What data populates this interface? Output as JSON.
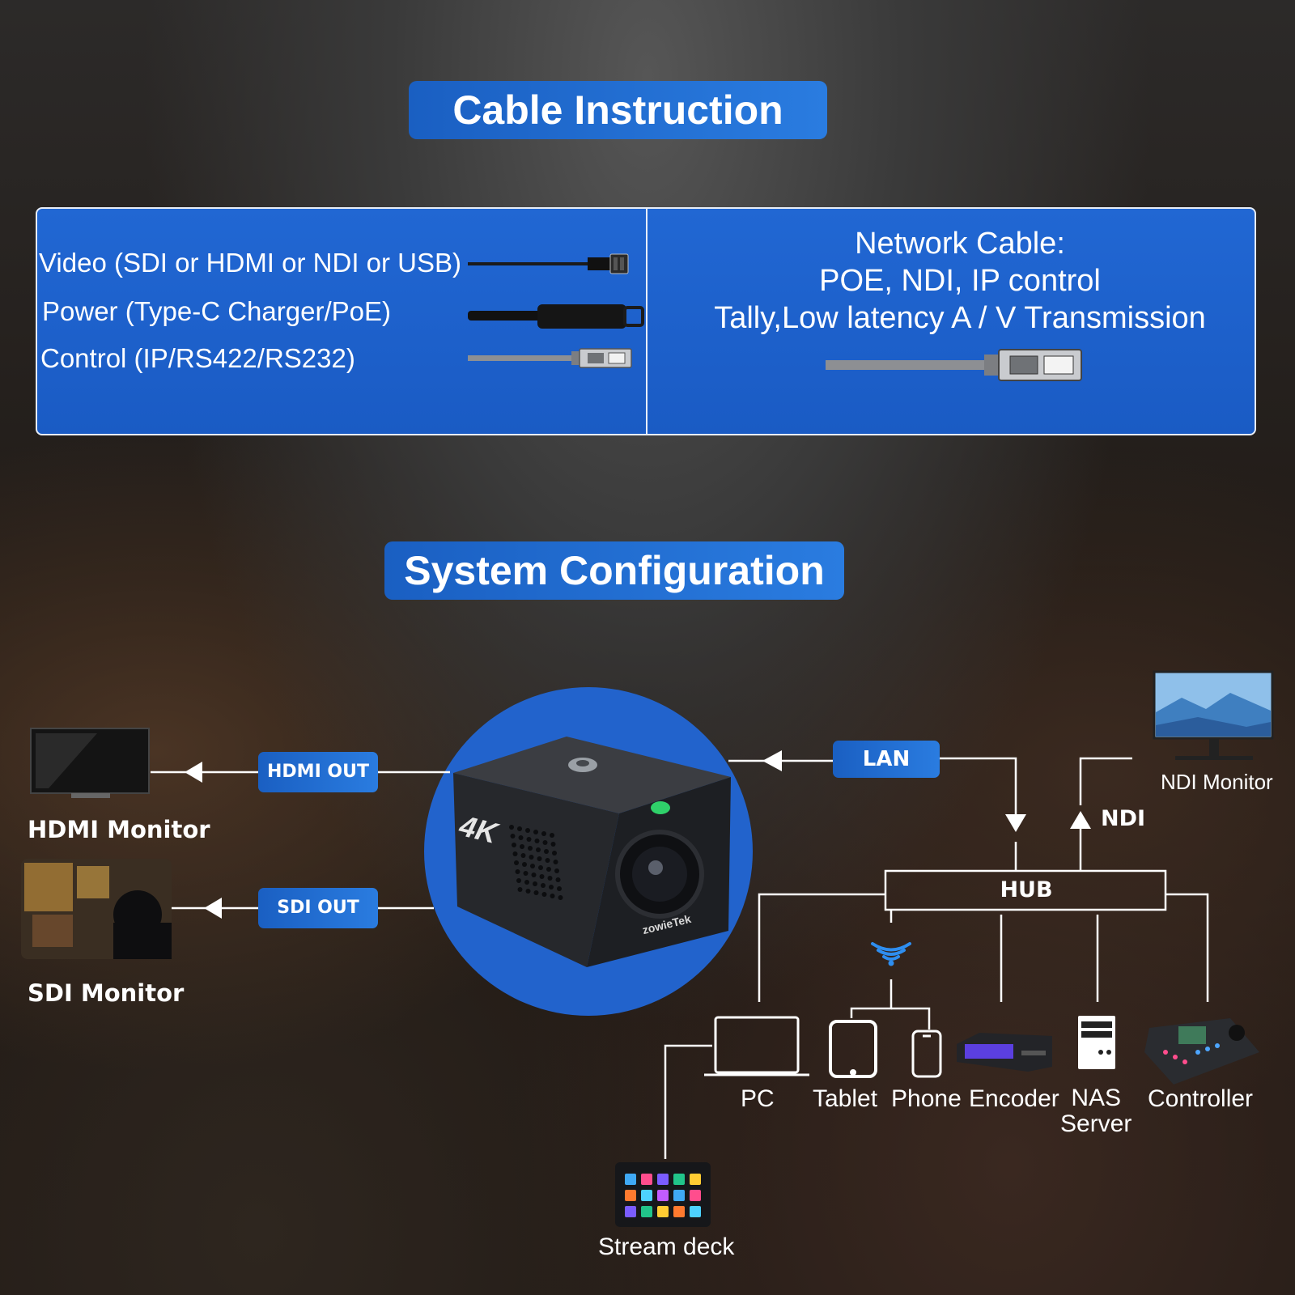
{
  "cable_instruction": {
    "title": "Cable Instruction",
    "cables": [
      {
        "label": "Video (SDI or HDMI or NDI or USB)",
        "icon": "bnc-connector-icon"
      },
      {
        "label": "Power (Type-C Charger/PoE)",
        "icon": "usb-c-connector-icon"
      },
      {
        "label": "Control (IP/RS422/RS232)",
        "icon": "rj45-connector-icon"
      }
    ],
    "network": {
      "line1": "Network Cable:",
      "line2": "POE, NDI, IP control",
      "line3": "Tally,Low latency A / V Transmission",
      "icon": "rj45-connector-icon"
    }
  },
  "system_configuration": {
    "title": "System Configuration",
    "camera": {
      "badge": "4K",
      "brand": "zowieTek",
      "icon": "box-camera-icon",
      "status_led_color": "#2fd16a"
    },
    "outputs": {
      "hdmi": "HDMI OUT",
      "sdi": "SDI OUT",
      "lan": "LAN",
      "ndi": "NDI"
    },
    "monitors": {
      "hdmi": "HDMI Monitor",
      "sdi": "SDI Monitor",
      "ndi": "NDI Monitor"
    },
    "hub": "HUB",
    "devices": [
      {
        "label": "PC",
        "icon": "laptop-icon"
      },
      {
        "label": "Tablet",
        "icon": "tablet-icon"
      },
      {
        "label": "Phone",
        "icon": "phone-icon"
      },
      {
        "label": "Encoder",
        "icon": "encoder-icon"
      },
      {
        "label": "NAS\nServer",
        "icon": "server-icon"
      },
      {
        "label": "Controller",
        "icon": "controller-icon"
      },
      {
        "label": "Stream deck",
        "icon": "stream-deck-icon"
      }
    ],
    "wifi_icon": "wifi-icon"
  },
  "colors": {
    "accent": "#1f67d0",
    "panel": "#1d5fc9",
    "line": "#ffffff"
  }
}
